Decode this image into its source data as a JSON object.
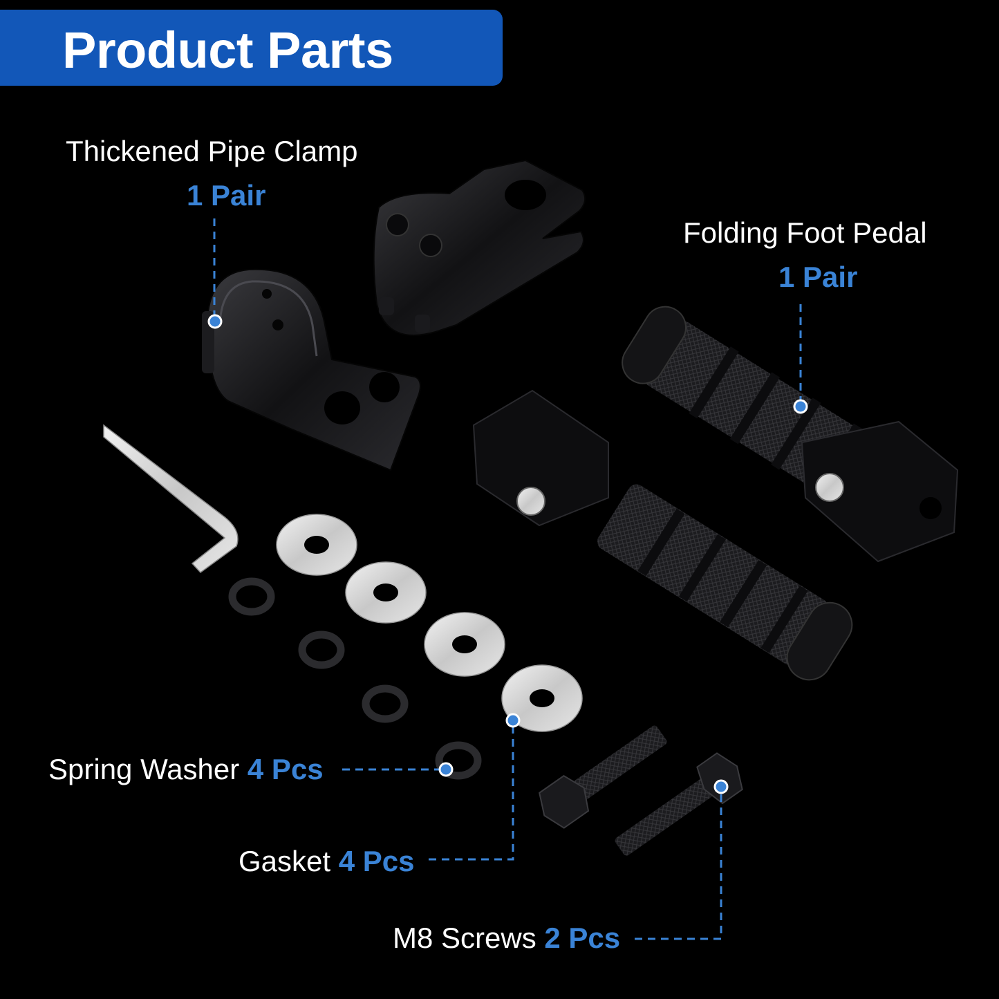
{
  "banner": {
    "title": "Product Parts",
    "color": "#1257b8"
  },
  "accent_color": "#3a83d6",
  "parts": {
    "pipe_clamp": {
      "name": "Thickened Pipe Clamp",
      "qty": "1 Pair"
    },
    "foot_pedal": {
      "name": "Folding Foot Pedal",
      "qty": "1 Pair"
    },
    "spring_washer": {
      "name": "Spring Washer",
      "qty": "4 Pcs"
    },
    "gasket": {
      "name": "Gasket",
      "qty": "4 Pcs"
    },
    "screws": {
      "name": "M8 Screws",
      "qty": "2 Pcs"
    }
  }
}
